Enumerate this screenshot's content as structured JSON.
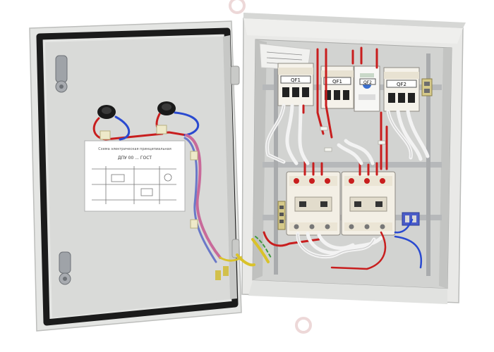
{
  "product": {
    "breaker_labels": [
      "QF1",
      "QF1",
      "QF2",
      "QF2"
    ],
    "diagram_title": "ДПУ 00 ... ГОСТ",
    "diagram_subtitle": "Схема электрическая принципиальная"
  },
  "colors": {
    "enclosure": "#e6e6e4",
    "door_inner": "#d9dad8",
    "gasket": "#1b1b1b",
    "wire_red": "#c81e1e",
    "wire_blue": "#2a4ad0",
    "wire_white": "#f3f3f3",
    "din_rail": "#b6b8ba"
  },
  "icons": [
    "hinge-icon",
    "indicator-lamp-icon",
    "contactor-icon",
    "circuit-breaker-icon",
    "terminal-block-icon"
  ]
}
